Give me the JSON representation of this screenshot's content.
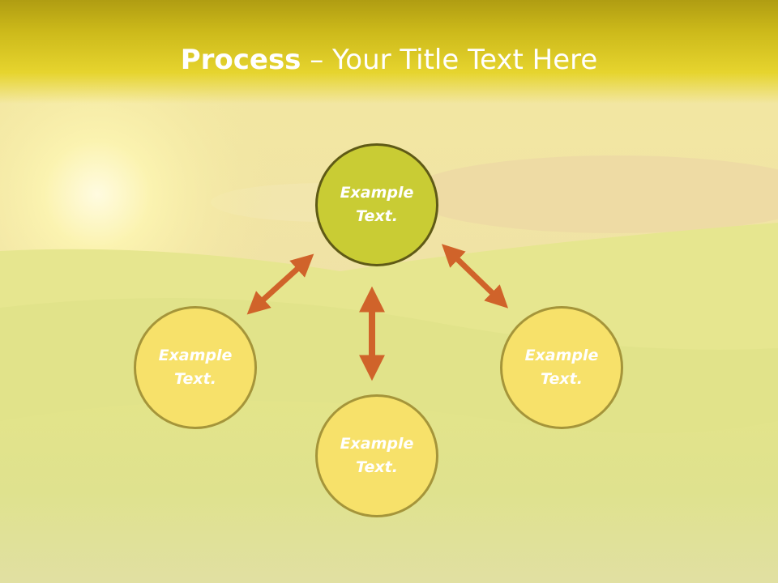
{
  "slide": {
    "title_strong": "Process",
    "title_rest": " – Your Title Text Here"
  },
  "nodes": {
    "top": "Example\nText.",
    "left": "Example\nText.",
    "right": "Example\nText.",
    "bottom": "Example\nText."
  },
  "colors": {
    "title_band": "#ccb91a",
    "center_node_fill": "#c9cc34",
    "outer_node_fill": "#f7e16a",
    "node_border": "#a5953a",
    "arrow": "#d0632a"
  }
}
